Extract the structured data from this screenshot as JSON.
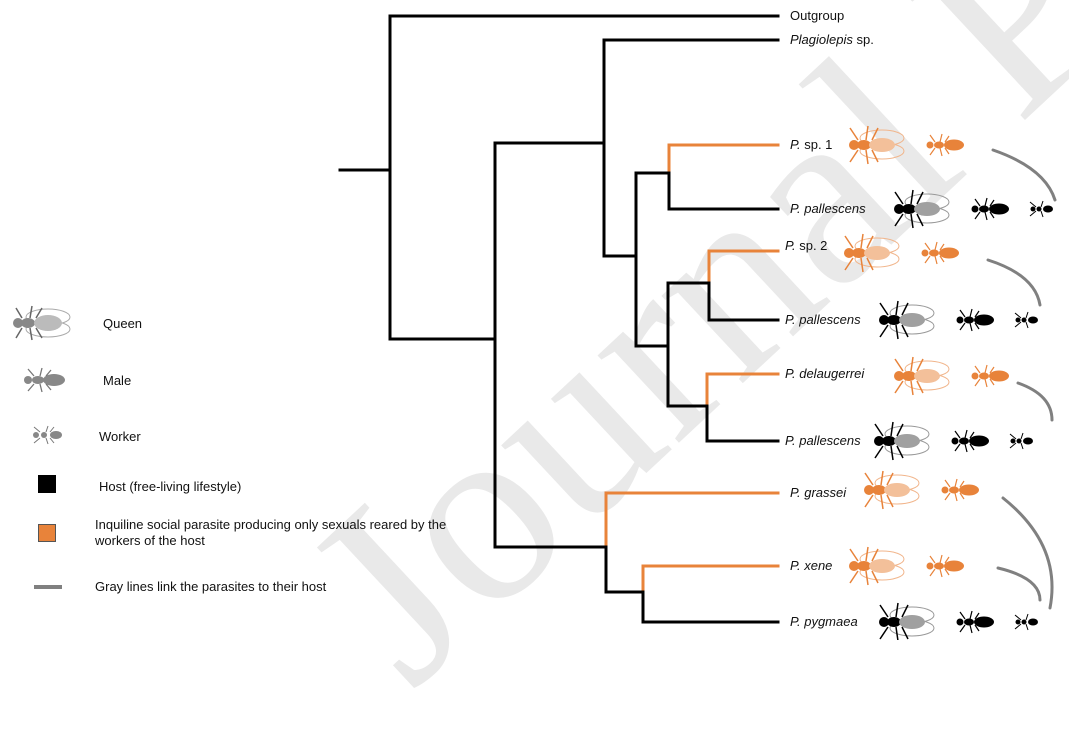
{
  "watermark": "Journal Pre-proof",
  "taxa": [
    {
      "name": "Outgroup",
      "suffix": "",
      "italic": false,
      "parasite": false,
      "caste_icons": false
    },
    {
      "name": "Plagiolepis",
      "suffix": " sp.",
      "italic": true,
      "parasite": false,
      "caste_icons": false
    },
    {
      "name": "P.",
      "suffix": " sp. 1",
      "italic": true,
      "parasite": true,
      "caste_icons": true
    },
    {
      "name": "P. pallescens",
      "suffix": "",
      "italic": true,
      "parasite": false,
      "caste_icons": true
    },
    {
      "name": "P.",
      "suffix": " sp. 2",
      "italic": true,
      "parasite": true,
      "caste_icons": true
    },
    {
      "name": "P. pallescens",
      "suffix": "",
      "italic": true,
      "parasite": false,
      "caste_icons": true
    },
    {
      "name": "P. delaugerrei",
      "suffix": "",
      "italic": true,
      "parasite": true,
      "caste_icons": true
    },
    {
      "name": "P. pallescens",
      "suffix": "",
      "italic": true,
      "parasite": false,
      "caste_icons": true
    },
    {
      "name": "P. grassei",
      "suffix": "",
      "italic": true,
      "parasite": true,
      "caste_icons": true
    },
    {
      "name": "P. xene",
      "suffix": "",
      "italic": true,
      "parasite": true,
      "caste_icons": true
    },
    {
      "name": "P. pygmaea",
      "suffix": "",
      "italic": true,
      "parasite": false,
      "caste_icons": true
    }
  ],
  "legend": {
    "queen": "Queen",
    "male": "Male",
    "worker": "Worker",
    "host": "Host (free-living lifestyle)",
    "parasite": "Inquiline social parasite producing only sexuals reared by the workers of the host",
    "link": "Gray lines link the parasites to their host"
  },
  "colors": {
    "host": "#000000",
    "parasite": "#e8833a",
    "link": "#808080",
    "legend_icon_gray": "#888888"
  }
}
